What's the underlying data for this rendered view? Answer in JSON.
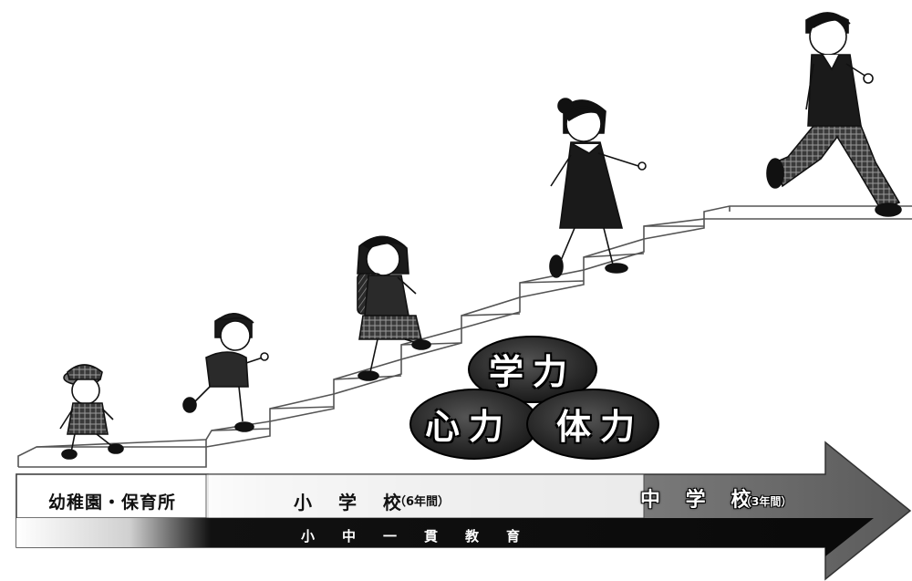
{
  "stages": {
    "kindergarten": "幼稚園・保育所",
    "elementary": "小 学 校",
    "elementary_years": "（6年間）",
    "junior_high": "中 学 校",
    "junior_high_years": "（3年間）"
  },
  "integrated_education": "小中一貫教育",
  "powers": {
    "academic": "学力",
    "heart": "心力",
    "physical": "体力"
  },
  "colors": {
    "ink": "#111111",
    "arrow_dark": "#0a0a0a",
    "circle_fill": "#2a2a2a",
    "step_line": "#555555",
    "clothing_dark": "#1a1a1a",
    "clothing_pattern": "#6a6a6a"
  },
  "figures": [
    {
      "name": "kindergarten-child",
      "role": "preschool child in hat"
    },
    {
      "name": "young-boy",
      "role": "young elementary boy"
    },
    {
      "name": "girl-with-backpack",
      "role": "elementary girl with randoseru"
    },
    {
      "name": "older-girl",
      "role": "girl in school dress"
    },
    {
      "name": "junior-high-boy",
      "role": "junior high student in uniform"
    }
  ]
}
